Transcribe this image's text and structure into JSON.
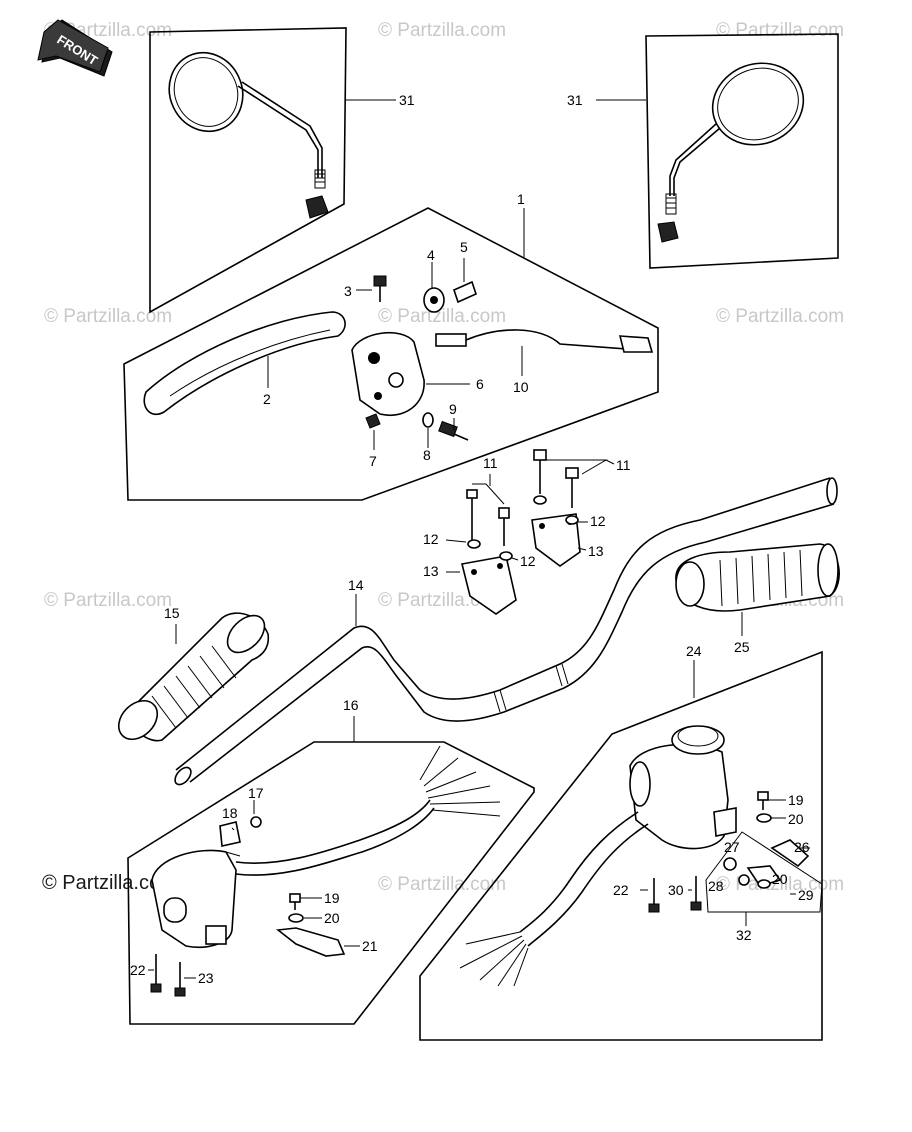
{
  "watermark": {
    "text": "© Partzilla.com",
    "dark_text": "© Partzilla.com"
  },
  "front_arrow": {
    "label": "FRONT"
  },
  "callouts": {
    "c1": "1",
    "c2": "2",
    "c3": "3",
    "c4": "4",
    "c5": "5",
    "c6": "6",
    "c7": "7",
    "c8": "8",
    "c9": "9",
    "c10": "10",
    "c11a": "11",
    "c11b": "11",
    "c12a": "12",
    "c12b": "12",
    "c12c": "12",
    "c13a": "13",
    "c13b": "13",
    "c14": "14",
    "c15": "15",
    "c16": "16",
    "c17": "17",
    "c18": "18",
    "c19a": "19",
    "c19b": "19",
    "c20a": "20",
    "c20b": "20",
    "c20c": "20",
    "c21": "21",
    "c22a": "22",
    "c22b": "22",
    "c23": "23",
    "c24": "24",
    "c25": "25",
    "c26": "26",
    "c27": "27",
    "c28": "28",
    "c29": "29",
    "c30": "30",
    "c31a": "31",
    "c31b": "31",
    "c32": "32"
  }
}
